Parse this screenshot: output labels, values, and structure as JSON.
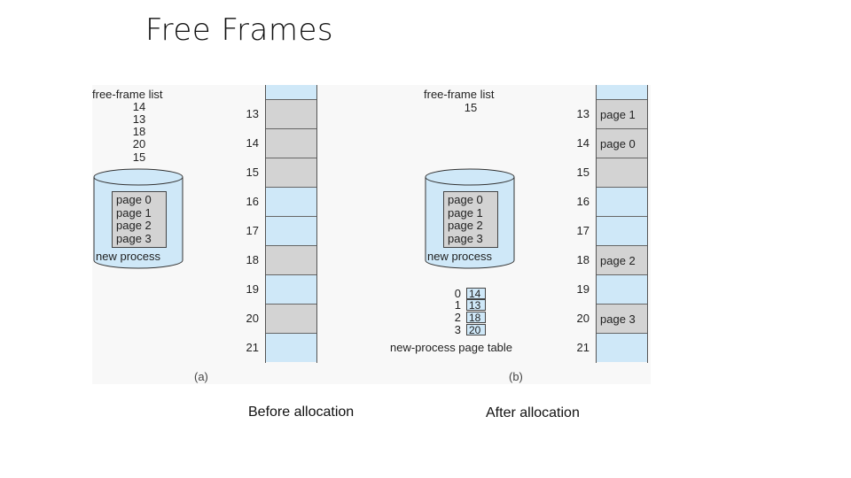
{
  "slide": {
    "title": "Free Frames"
  },
  "panel_a": {
    "free_frame_list_label": "free-frame list",
    "free_frame_list": [
      "14",
      "13",
      "18",
      "20",
      "15"
    ],
    "process": {
      "pages": [
        "page 0",
        "page 1",
        "page 2",
        "page 3"
      ],
      "label": "new process"
    },
    "frames": [
      {
        "number": "",
        "state": "free",
        "content": ""
      },
      {
        "number": "13",
        "state": "used",
        "content": ""
      },
      {
        "number": "14",
        "state": "used",
        "content": ""
      },
      {
        "number": "15",
        "state": "used",
        "content": ""
      },
      {
        "number": "16",
        "state": "free",
        "content": ""
      },
      {
        "number": "17",
        "state": "free",
        "content": ""
      },
      {
        "number": "18",
        "state": "used",
        "content": ""
      },
      {
        "number": "19",
        "state": "free",
        "content": ""
      },
      {
        "number": "20",
        "state": "used",
        "content": ""
      },
      {
        "number": "21",
        "state": "free",
        "content": ""
      }
    ],
    "caption": "(a)"
  },
  "panel_b": {
    "free_frame_list_label": "free-frame list",
    "free_frame_list": [
      "15"
    ],
    "process": {
      "pages": [
        "page 0",
        "page 1",
        "page 2",
        "page 3"
      ],
      "label": "new process"
    },
    "page_table": {
      "rows": [
        {
          "index": "0",
          "frame": "14"
        },
        {
          "index": "1",
          "frame": "13"
        },
        {
          "index": "2",
          "frame": "18"
        },
        {
          "index": "3",
          "frame": "20"
        }
      ],
      "label": "new-process page table"
    },
    "frames": [
      {
        "number": "",
        "state": "free",
        "content": ""
      },
      {
        "number": "13",
        "state": "used",
        "content": "page 1"
      },
      {
        "number": "14",
        "state": "used",
        "content": "page 0"
      },
      {
        "number": "15",
        "state": "used",
        "content": ""
      },
      {
        "number": "16",
        "state": "free",
        "content": ""
      },
      {
        "number": "17",
        "state": "free",
        "content": ""
      },
      {
        "number": "18",
        "state": "used",
        "content": "page 2"
      },
      {
        "number": "19",
        "state": "free",
        "content": ""
      },
      {
        "number": "20",
        "state": "used",
        "content": "page 3"
      },
      {
        "number": "21",
        "state": "free",
        "content": ""
      }
    ],
    "caption": "(b)"
  },
  "captions": {
    "before": "Before allocation",
    "after": "After allocation"
  },
  "colors": {
    "free_frame": "#cfe8f8",
    "used_frame": "#d3d3d3",
    "cylinder": "#cfe8f8"
  }
}
